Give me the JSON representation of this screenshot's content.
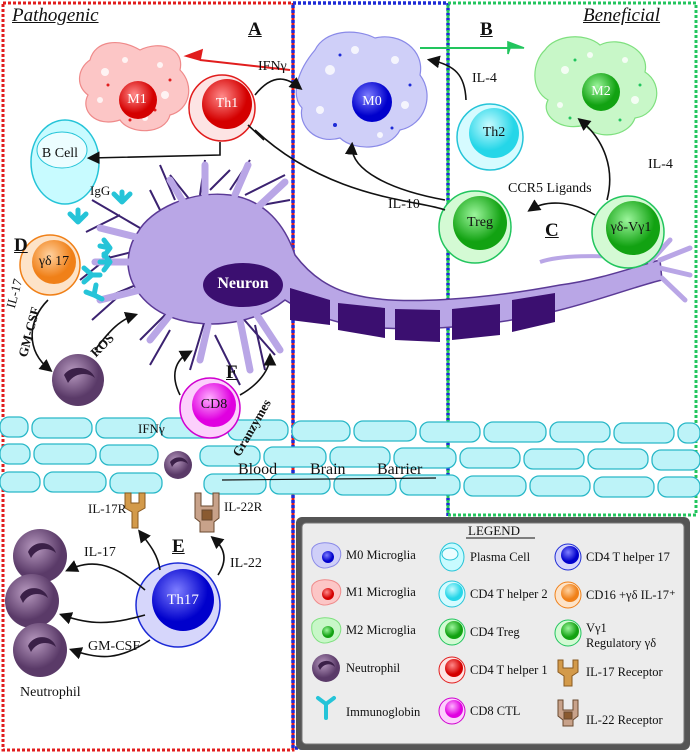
{
  "regions": {
    "pathogenic": "Pathogenic",
    "beneficial": "Beneficial"
  },
  "panels": {
    "a": "A",
    "b": "B",
    "c": "C",
    "d": "D",
    "e": "E",
    "f": "F"
  },
  "cells": {
    "m0": "M0",
    "m1": "M1",
    "m2": "M2",
    "th1": "Th1",
    "th2": "Th2",
    "treg": "Treg",
    "gd_vg1": "γδ-Vγ1",
    "bcell": "B Cell",
    "gd17": "γδ 17",
    "cd8": "CD8",
    "th17": "Th17",
    "neuron": "Neuron"
  },
  "signals": {
    "ifng_top": "IFNγ",
    "il4_top": "IL-4",
    "il4_right": "IL-4",
    "ccr5": "CCR5 Ligands",
    "il10": "IL-10",
    "igg": "IgG",
    "il17_d": "IL-17",
    "gmcsf_d": "GM-CSF",
    "ros": "ROS",
    "ifng_cd8": "IFNγ",
    "granzymes": "Granzymes",
    "bbb_blood": "Blood",
    "bbb_brain": "Brain",
    "bbb_barrier": "Barrier",
    "il17r": "IL-17R",
    "il22r": "IL-22R",
    "il17_e": "IL-17",
    "il22_e": "IL-22",
    "gmcsf_e": "GM-CSF",
    "neutrophil": "Neutrophil"
  },
  "legend": {
    "title": "LEGEND",
    "items": [
      {
        "label": "M0 Microglia",
        "icon": "m0-microglia-icon"
      },
      {
        "label": "Plasma Cell",
        "icon": "plasma-cell-icon"
      },
      {
        "label": "CD4 T helper 17",
        "icon": "th17-cell-icon"
      },
      {
        "label": "M1 Microglia",
        "icon": "m1-microglia-icon"
      },
      {
        "label": "CD4 T helper 2",
        "icon": "th2-cell-icon"
      },
      {
        "label": "CD16 +γδ IL-17⁺",
        "icon": "gd17-cell-icon"
      },
      {
        "label": "M2 Microglia",
        "icon": "m2-microglia-icon"
      },
      {
        "label": "CD4 Treg",
        "icon": "treg-cell-icon"
      },
      {
        "label": "Vγ1",
        "label2": "Regulatory γδ",
        "icon": "vg1-cell-icon"
      },
      {
        "label": "Neutrophil",
        "icon": "neutrophil-icon"
      },
      {
        "label": "CD4 T helper 1",
        "icon": "th1-cell-icon"
      },
      {
        "label": "IL-17 Receptor",
        "icon": "il17-receptor-icon"
      },
      {
        "label": "Immunoglobin",
        "icon": "immunoglobin-icon"
      },
      {
        "label": "CD8 CTL",
        "icon": "cd8-cell-icon"
      },
      {
        "label": "IL-22 Receptor",
        "icon": "il22-receptor-icon"
      }
    ]
  },
  "colors": {
    "pathogenic": "#e11d1d",
    "beneficial": "#22c55e",
    "brain": "#1d2bd6",
    "neuron": "#b9a6e6",
    "neuron_dark": "#3b0f70",
    "bbb": "#bdf3f8"
  }
}
